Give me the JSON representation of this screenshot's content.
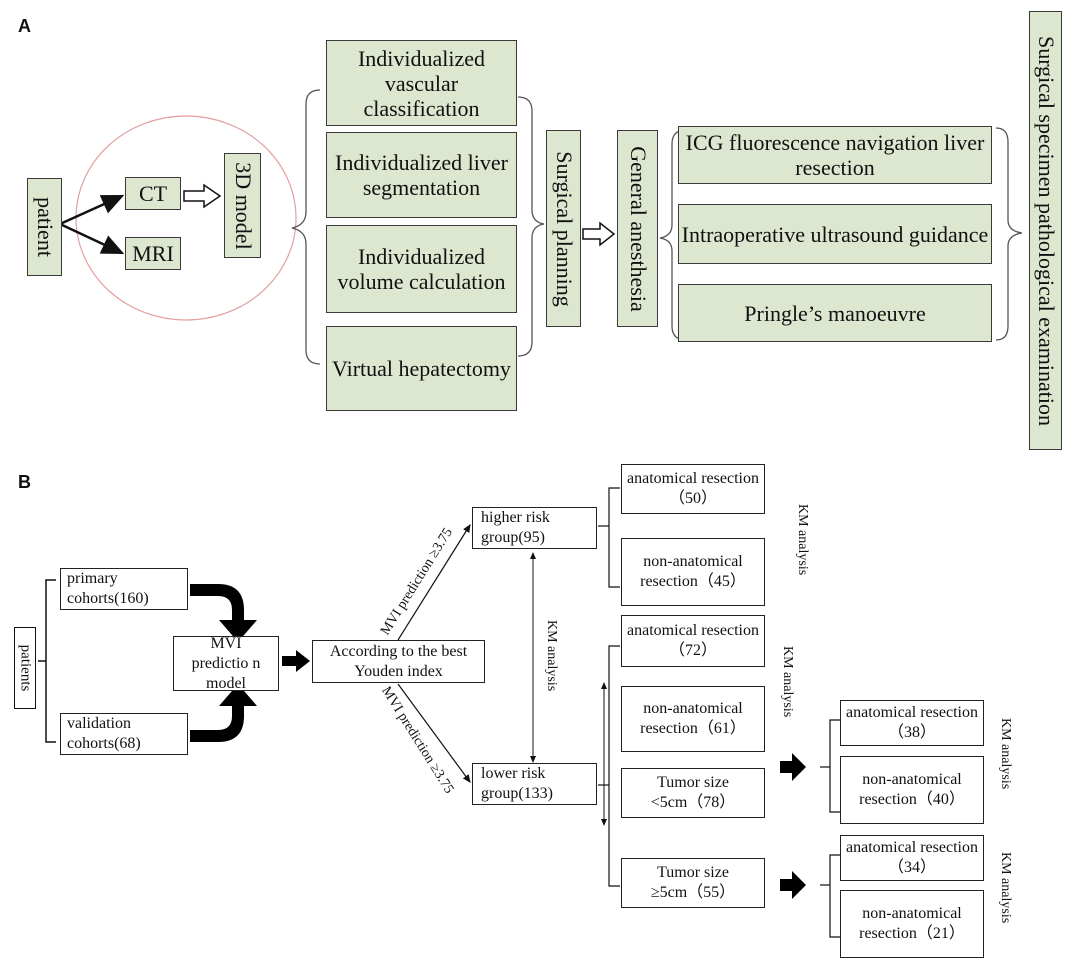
{
  "panel_a": {
    "label": "A",
    "patient": "patient",
    "ct": "CT",
    "mri": "MRI",
    "model_3d": "3D model",
    "planning_items": [
      "Individualized vascular classification",
      "Individualized liver segmentation",
      "Individualized volume calculation",
      "Virtual hepatectomy"
    ],
    "surgical_planning": "Surgical planning",
    "general_anesthesia": "General anesthesia",
    "intraop_items": [
      "ICG fluorescence navigation liver resection",
      "Intraoperative ultrasound guidance",
      "Pringle’s manoeuvre"
    ],
    "specimen_exam": "Surgical specimen pathological examination"
  },
  "panel_b": {
    "label": "B",
    "patients": "patients",
    "primary": "primary cohorts(160)",
    "validation": "validation cohorts(68)",
    "mvi_model": "MVI predictio n model",
    "youden": "According to the best Youden index",
    "higher_risk": "higher risk group(95)",
    "lower_risk": "lower risk group(133)",
    "arrow_high_label": "MVI prediction ≥3.75",
    "arrow_low_label": "MVI prediction ≥3.75",
    "km_analysis": "KM analysis",
    "high_anat": "anatomical resection（50）",
    "high_nonanat": "non-anatomical resection（45）",
    "low_anat": "anatomical resection（72）",
    "low_nonanat": "non-anatomical resection（61）",
    "tumor_small": "Tumor size <5cm（78）",
    "tumor_large": "Tumor size ≥5cm（55）",
    "small_anat": "anatomical resection（38）",
    "small_nonanat": "non-anatomical resection（40）",
    "large_anat": "anatomical resection（34）",
    "large_nonanat": "non-anatomical resection（21）"
  }
}
